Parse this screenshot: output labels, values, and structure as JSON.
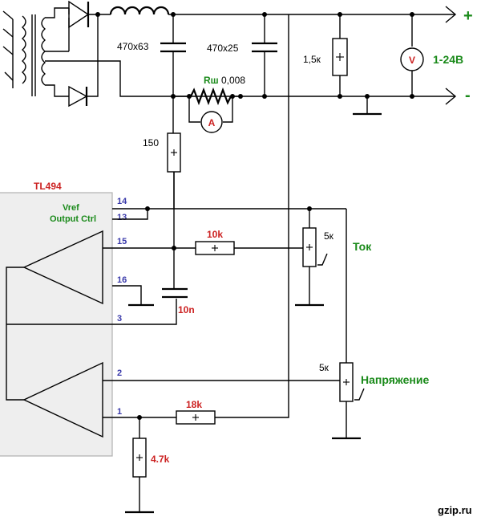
{
  "colors": {
    "wire": "#000000",
    "ic_fill": "#eeeeee",
    "ic_border": "#b0b0b0",
    "output_green": "#1a8a1a",
    "pin_blue": "#3a3aaa",
    "value_red": "#cc2222",
    "meter_red": "#cc2222"
  },
  "ic": {
    "name": "TL494",
    "vref_label": "Vref",
    "output_ctrl_label": "Output Ctrl",
    "pins": {
      "p14": "14",
      "p13": "13",
      "p15": "15",
      "p16": "16",
      "p3": "3",
      "p2": "2",
      "p1": "1"
    }
  },
  "components": {
    "cap1_label": "470x63",
    "cap2_label": "470x25",
    "load_res_label": "1,5к",
    "shunt_label": "Rш",
    "shunt_value": "0,008",
    "ammeter_label": "A",
    "voltmeter_label": "V",
    "res150_label": "150",
    "res10k_label": "10k",
    "pot_current_value": "5к",
    "pot_current_name": "Ток",
    "cap10n_label": "10n",
    "pot_voltage_value": "5к",
    "pot_voltage_name": "Напряжение",
    "res18k_label": "18k",
    "res47k_label": "4.7k"
  },
  "output": {
    "plus_label": "+",
    "minus_label": "-",
    "range_label": "1-24В"
  },
  "watermark": "gzip.ru",
  "icons": [
    "diode-icon",
    "inductor-icon",
    "transformer-icon",
    "capacitor-icon",
    "resistor-icon",
    "potentiometer-icon",
    "ground-icon",
    "ammeter-icon",
    "voltmeter-icon",
    "arrow-icon",
    "opamp-icon"
  ]
}
